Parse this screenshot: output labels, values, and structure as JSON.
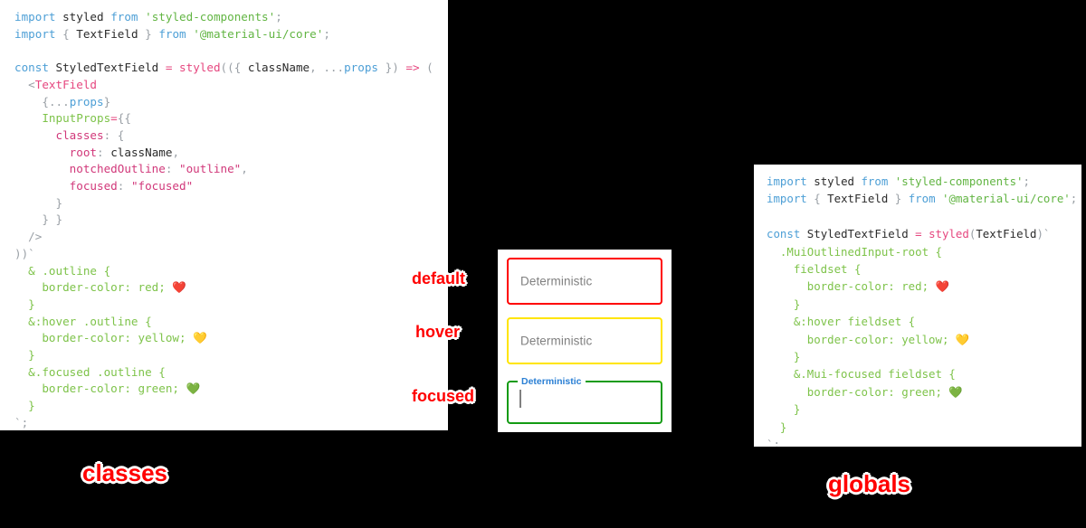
{
  "background_color": "#000000",
  "accent_colors": {
    "label_red": "#ff0000",
    "label_outline": "#ffffff",
    "border_default": "#ff0000",
    "border_hover": "#ffe500",
    "border_focused": "#139b13",
    "legend_blue": "#2a7fd4",
    "keyword_blue": "#4d9fd6",
    "string_green": "#62b543",
    "function_pink": "#e6477f",
    "key_crimson": "#d1387a",
    "property_green": "#7ec34a",
    "punctuation_gray": "#9aa0a6"
  },
  "panels": {
    "classes": {
      "title": "classes",
      "code_lines": [
        [
          {
            "t": "import",
            "c": "kw"
          },
          {
            "t": " ",
            "c": "punc"
          },
          {
            "t": "styled",
            "c": "id"
          },
          {
            "t": " ",
            "c": "punc"
          },
          {
            "t": "from",
            "c": "kw"
          },
          {
            "t": " ",
            "c": "punc"
          },
          {
            "t": "'styled-components'",
            "c": "str"
          },
          {
            "t": ";",
            "c": "punc"
          }
        ],
        [
          {
            "t": "import",
            "c": "kw"
          },
          {
            "t": " ",
            "c": "punc"
          },
          {
            "t": "{",
            "c": "punc"
          },
          {
            "t": " ",
            "c": "punc"
          },
          {
            "t": "TextField",
            "c": "id"
          },
          {
            "t": " ",
            "c": "punc"
          },
          {
            "t": "}",
            "c": "punc"
          },
          {
            "t": " ",
            "c": "punc"
          },
          {
            "t": "from",
            "c": "kw"
          },
          {
            "t": " ",
            "c": "punc"
          },
          {
            "t": "'@material-ui/core'",
            "c": "str"
          },
          {
            "t": ";",
            "c": "punc"
          }
        ],
        [],
        [
          {
            "t": "const",
            "c": "kw"
          },
          {
            "t": " ",
            "c": "punc"
          },
          {
            "t": "StyledTextField",
            "c": "id"
          },
          {
            "t": " ",
            "c": "punc"
          },
          {
            "t": "=",
            "c": "op"
          },
          {
            "t": " ",
            "c": "punc"
          },
          {
            "t": "styled",
            "c": "fn"
          },
          {
            "t": "((",
            "c": "punc"
          },
          {
            "t": "{",
            "c": "punc"
          },
          {
            "t": " ",
            "c": "punc"
          },
          {
            "t": "className",
            "c": "id"
          },
          {
            "t": ",",
            "c": "punc"
          },
          {
            "t": " ",
            "c": "punc"
          },
          {
            "t": "...",
            "c": "punc"
          },
          {
            "t": "props",
            "c": "kw"
          },
          {
            "t": " ",
            "c": "punc"
          },
          {
            "t": "}",
            "c": "punc"
          },
          {
            "t": ")",
            "c": "punc"
          },
          {
            "t": " ",
            "c": "punc"
          },
          {
            "t": "=>",
            "c": "op"
          },
          {
            "t": " ",
            "c": "punc"
          },
          {
            "t": "(",
            "c": "punc"
          }
        ],
        [
          {
            "t": "  ",
            "c": "punc"
          },
          {
            "t": "<",
            "c": "punc"
          },
          {
            "t": "TextField",
            "c": "tag"
          }
        ],
        [
          {
            "t": "    ",
            "c": "punc"
          },
          {
            "t": "{",
            "c": "punc"
          },
          {
            "t": "...",
            "c": "punc"
          },
          {
            "t": "props",
            "c": "kw"
          },
          {
            "t": "}",
            "c": "punc"
          }
        ],
        [
          {
            "t": "    ",
            "c": "punc"
          },
          {
            "t": "InputProps",
            "c": "prop"
          },
          {
            "t": "=",
            "c": "op"
          },
          {
            "t": "{{",
            "c": "punc"
          }
        ],
        [
          {
            "t": "      ",
            "c": "punc"
          },
          {
            "t": "classes",
            "c": "key"
          },
          {
            "t": ":",
            "c": "punc"
          },
          {
            "t": " ",
            "c": "punc"
          },
          {
            "t": "{",
            "c": "punc"
          }
        ],
        [
          {
            "t": "        ",
            "c": "punc"
          },
          {
            "t": "root",
            "c": "key"
          },
          {
            "t": ":",
            "c": "punc"
          },
          {
            "t": " ",
            "c": "punc"
          },
          {
            "t": "className",
            "c": "id"
          },
          {
            "t": ",",
            "c": "punc"
          }
        ],
        [
          {
            "t": "        ",
            "c": "punc"
          },
          {
            "t": "notchedOutline",
            "c": "key"
          },
          {
            "t": ":",
            "c": "punc"
          },
          {
            "t": " ",
            "c": "punc"
          },
          {
            "t": "\"outline\"",
            "c": "strq"
          },
          {
            "t": ",",
            "c": "punc"
          }
        ],
        [
          {
            "t": "        ",
            "c": "punc"
          },
          {
            "t": "focused",
            "c": "key"
          },
          {
            "t": ":",
            "c": "punc"
          },
          {
            "t": " ",
            "c": "punc"
          },
          {
            "t": "\"focused\"",
            "c": "strq"
          }
        ],
        [
          {
            "t": "      ",
            "c": "punc"
          },
          {
            "t": "}",
            "c": "punc"
          }
        ],
        [
          {
            "t": "    ",
            "c": "punc"
          },
          {
            "t": "} }",
            "c": "punc"
          }
        ],
        [
          {
            "t": "  ",
            "c": "punc"
          },
          {
            "t": "/>",
            "c": "punc"
          }
        ],
        [
          {
            "t": "))`",
            "c": "punc"
          }
        ],
        [
          {
            "t": "  ",
            "c": "punc"
          },
          {
            "t": "& .outline {",
            "c": "sel"
          }
        ],
        [
          {
            "t": "    ",
            "c": "punc"
          },
          {
            "t": "border-color: red;",
            "c": "val"
          },
          {
            "t": " ❤️",
            "c": "emoji"
          }
        ],
        [
          {
            "t": "  ",
            "c": "punc"
          },
          {
            "t": "}",
            "c": "sel"
          }
        ],
        [
          {
            "t": "  ",
            "c": "punc"
          },
          {
            "t": "&:hover .outline {",
            "c": "sel"
          }
        ],
        [
          {
            "t": "    ",
            "c": "punc"
          },
          {
            "t": "border-color: yellow;",
            "c": "val"
          },
          {
            "t": " 💛",
            "c": "emoji"
          }
        ],
        [
          {
            "t": "  ",
            "c": "punc"
          },
          {
            "t": "}",
            "c": "sel"
          }
        ],
        [
          {
            "t": "  ",
            "c": "punc"
          },
          {
            "t": "&.focused .outline {",
            "c": "sel"
          }
        ],
        [
          {
            "t": "    ",
            "c": "punc"
          },
          {
            "t": "border-color: green;",
            "c": "val"
          },
          {
            "t": " 💚",
            "c": "emoji"
          }
        ],
        [
          {
            "t": "  ",
            "c": "punc"
          },
          {
            "t": "}",
            "c": "sel"
          }
        ],
        [
          {
            "t": "`;",
            "c": "punc"
          }
        ]
      ]
    },
    "globals": {
      "title": "globals",
      "code_lines": [
        [
          {
            "t": "import",
            "c": "kw"
          },
          {
            "t": " ",
            "c": "punc"
          },
          {
            "t": "styled",
            "c": "id"
          },
          {
            "t": " ",
            "c": "punc"
          },
          {
            "t": "from",
            "c": "kw"
          },
          {
            "t": " ",
            "c": "punc"
          },
          {
            "t": "'styled-components'",
            "c": "str"
          },
          {
            "t": ";",
            "c": "punc"
          }
        ],
        [
          {
            "t": "import",
            "c": "kw"
          },
          {
            "t": " ",
            "c": "punc"
          },
          {
            "t": "{",
            "c": "punc"
          },
          {
            "t": " ",
            "c": "punc"
          },
          {
            "t": "TextField",
            "c": "id"
          },
          {
            "t": " ",
            "c": "punc"
          },
          {
            "t": "}",
            "c": "punc"
          },
          {
            "t": " ",
            "c": "punc"
          },
          {
            "t": "from",
            "c": "kw"
          },
          {
            "t": " ",
            "c": "punc"
          },
          {
            "t": "'@material-ui/core'",
            "c": "str"
          },
          {
            "t": ";",
            "c": "punc"
          }
        ],
        [],
        [
          {
            "t": "const",
            "c": "kw"
          },
          {
            "t": " ",
            "c": "punc"
          },
          {
            "t": "StyledTextField",
            "c": "id"
          },
          {
            "t": " ",
            "c": "punc"
          },
          {
            "t": "=",
            "c": "op"
          },
          {
            "t": " ",
            "c": "punc"
          },
          {
            "t": "styled",
            "c": "fn"
          },
          {
            "t": "(",
            "c": "punc"
          },
          {
            "t": "TextField",
            "c": "id"
          },
          {
            "t": ")`",
            "c": "punc"
          }
        ],
        [
          {
            "t": "  ",
            "c": "punc"
          },
          {
            "t": ".MuiOutlinedInput-root {",
            "c": "sel"
          }
        ],
        [
          {
            "t": "    ",
            "c": "punc"
          },
          {
            "t": "fieldset {",
            "c": "sel"
          }
        ],
        [
          {
            "t": "      ",
            "c": "punc"
          },
          {
            "t": "border-color: red;",
            "c": "val"
          },
          {
            "t": " ❤️",
            "c": "emoji"
          }
        ],
        [
          {
            "t": "    ",
            "c": "punc"
          },
          {
            "t": "}",
            "c": "sel"
          }
        ],
        [
          {
            "t": "    ",
            "c": "punc"
          },
          {
            "t": "&:hover fieldset {",
            "c": "sel"
          }
        ],
        [
          {
            "t": "      ",
            "c": "punc"
          },
          {
            "t": "border-color: yellow;",
            "c": "val"
          },
          {
            "t": " 💛",
            "c": "emoji"
          }
        ],
        [
          {
            "t": "    ",
            "c": "punc"
          },
          {
            "t": "}",
            "c": "sel"
          }
        ],
        [
          {
            "t": "    ",
            "c": "punc"
          },
          {
            "t": "&.Mui-focused fieldset {",
            "c": "sel"
          }
        ],
        [
          {
            "t": "      ",
            "c": "punc"
          },
          {
            "t": "border-color: green;",
            "c": "val"
          },
          {
            "t": " 💚",
            "c": "emoji"
          }
        ],
        [
          {
            "t": "    ",
            "c": "punc"
          },
          {
            "t": "}",
            "c": "sel"
          }
        ],
        [
          {
            "t": "  ",
            "c": "punc"
          },
          {
            "t": "}",
            "c": "sel"
          }
        ],
        [
          {
            "t": "`;",
            "c": "punc"
          }
        ]
      ]
    }
  },
  "preview": {
    "fields": [
      {
        "state_label": "default",
        "text": "Deterministic",
        "border_color": "#ff0000",
        "is_focused": false
      },
      {
        "state_label": "hover",
        "text": "Deterministic",
        "border_color": "#ffe500",
        "is_focused": false
      },
      {
        "state_label": "focused",
        "text": "Deterministic",
        "border_color": "#139b13",
        "is_focused": true
      }
    ]
  }
}
